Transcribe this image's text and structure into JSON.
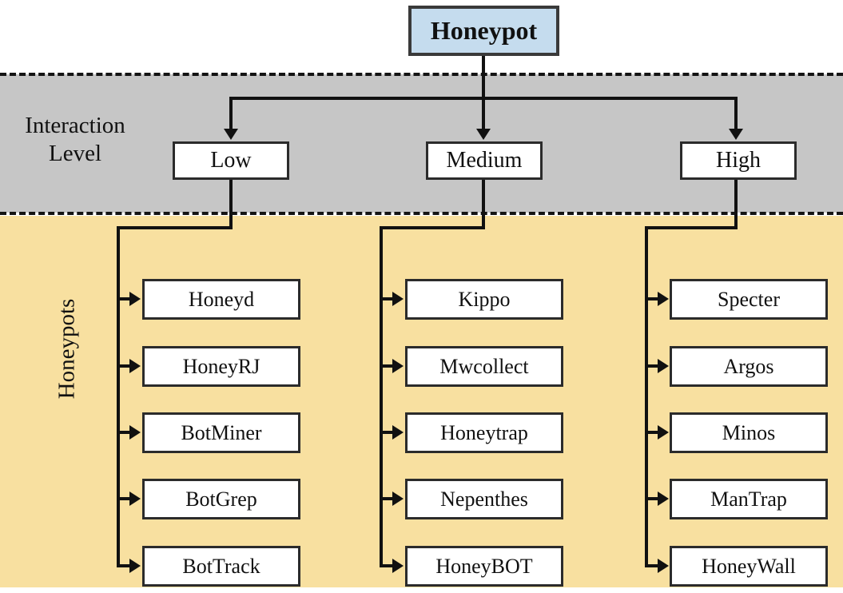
{
  "diagram": {
    "title": "Honeypot",
    "root": {
      "label": "Honeypot"
    },
    "bands": [
      {
        "name": "interaction-level",
        "label": "Interaction\nLevel",
        "label_line1": "Interaction",
        "label_line2": "Level",
        "color": "#C6C6C6"
      },
      {
        "name": "honeypots",
        "label": "Honeypots",
        "color": "#F8E0A0"
      }
    ],
    "levels": [
      {
        "id": "low",
        "label": "Low"
      },
      {
        "id": "medium",
        "label": "Medium"
      },
      {
        "id": "high",
        "label": "High"
      }
    ],
    "columns": [
      {
        "level": "Low",
        "items": [
          {
            "label": "Honeyd"
          },
          {
            "label": "HoneyRJ"
          },
          {
            "label": "BotMiner"
          },
          {
            "label": "BotGrep"
          },
          {
            "label": "BotTrack"
          }
        ]
      },
      {
        "level": "Medium",
        "items": [
          {
            "label": "Kippo"
          },
          {
            "label": "Mwcollect"
          },
          {
            "label": "Honeytrap"
          },
          {
            "label": "Nepenthes"
          },
          {
            "label": "HoneyBOT"
          }
        ]
      },
      {
        "level": "High",
        "items": [
          {
            "label": "Specter"
          },
          {
            "label": "Argos"
          },
          {
            "label": "Minos"
          },
          {
            "label": "ManTrap"
          },
          {
            "label": "HoneyWall"
          }
        ]
      }
    ],
    "colors": {
      "root_box": "#C5DCEE",
      "interaction_band": "#C6C6C6",
      "honeypot_band": "#F8E0A0",
      "box_fill": "#FFFFFF",
      "line": "#111111",
      "border": "#2B2B2B"
    }
  }
}
